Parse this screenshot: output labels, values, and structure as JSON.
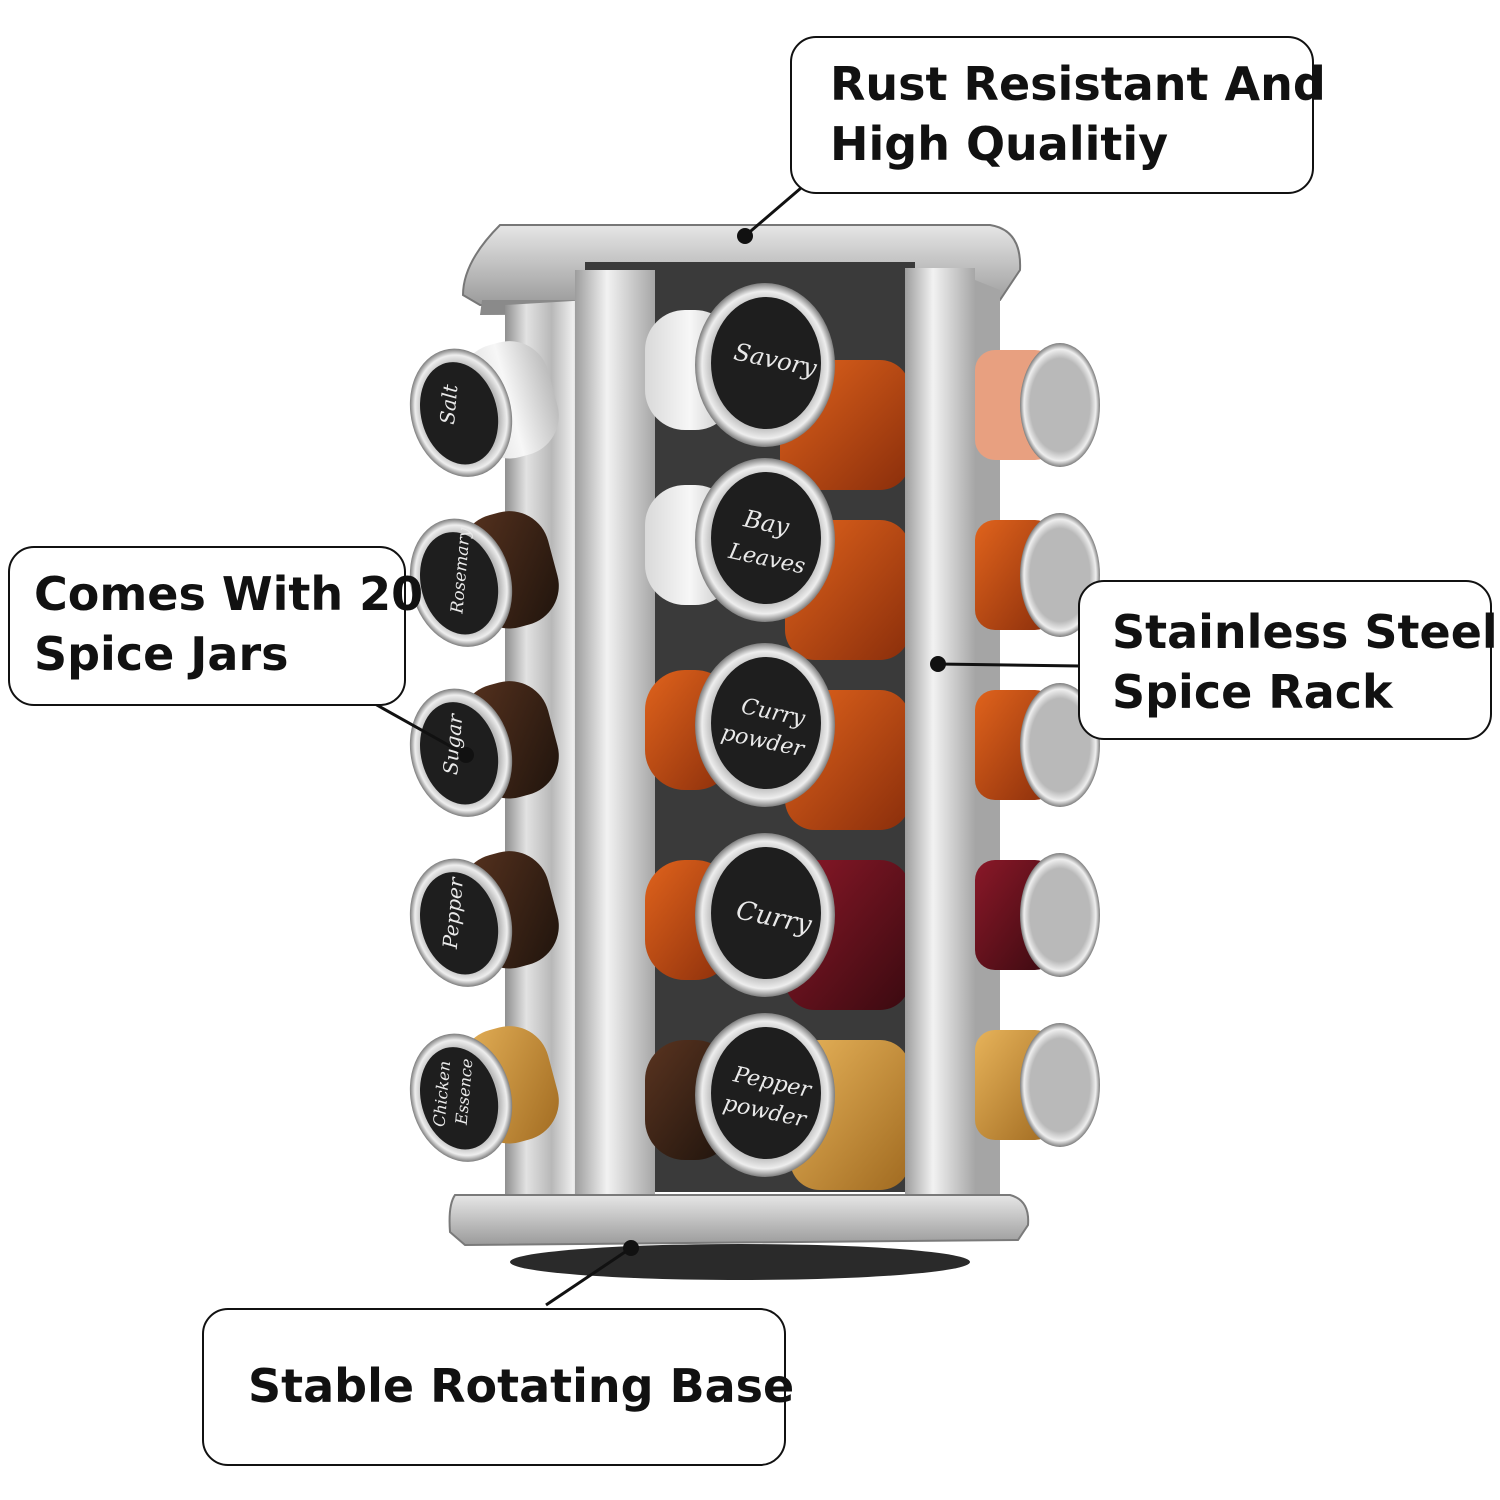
{
  "callouts": {
    "rust": {
      "line1": "Rust Resistant And",
      "line2": "High Qualitiy"
    },
    "jars": {
      "line1": "Comes With 20",
      "line2": "Spice Jars"
    },
    "steel": {
      "line1": "Stainless Steel",
      "line2": "Spice Rack"
    },
    "base": {
      "line1": "Stable Rotating Base"
    }
  },
  "jar_labels": {
    "savory": "Savory",
    "bay1": "Bay",
    "bay2": "Leaves",
    "curry_powder1": "Curry",
    "curry_powder2": "powder",
    "curry": "Curry",
    "pepper_powder1": "Pepper",
    "pepper_powder2": "powder",
    "salt": "Salt",
    "rosemary": "Rosemary",
    "sugar": "Sugar",
    "pepper": "Pepper",
    "chicken1": "Chicken",
    "chicken2": "Essence"
  },
  "colors": {
    "steel": "#c9c9c9",
    "label_background": "#1e1e1e",
    "callout_border": "#111111"
  }
}
